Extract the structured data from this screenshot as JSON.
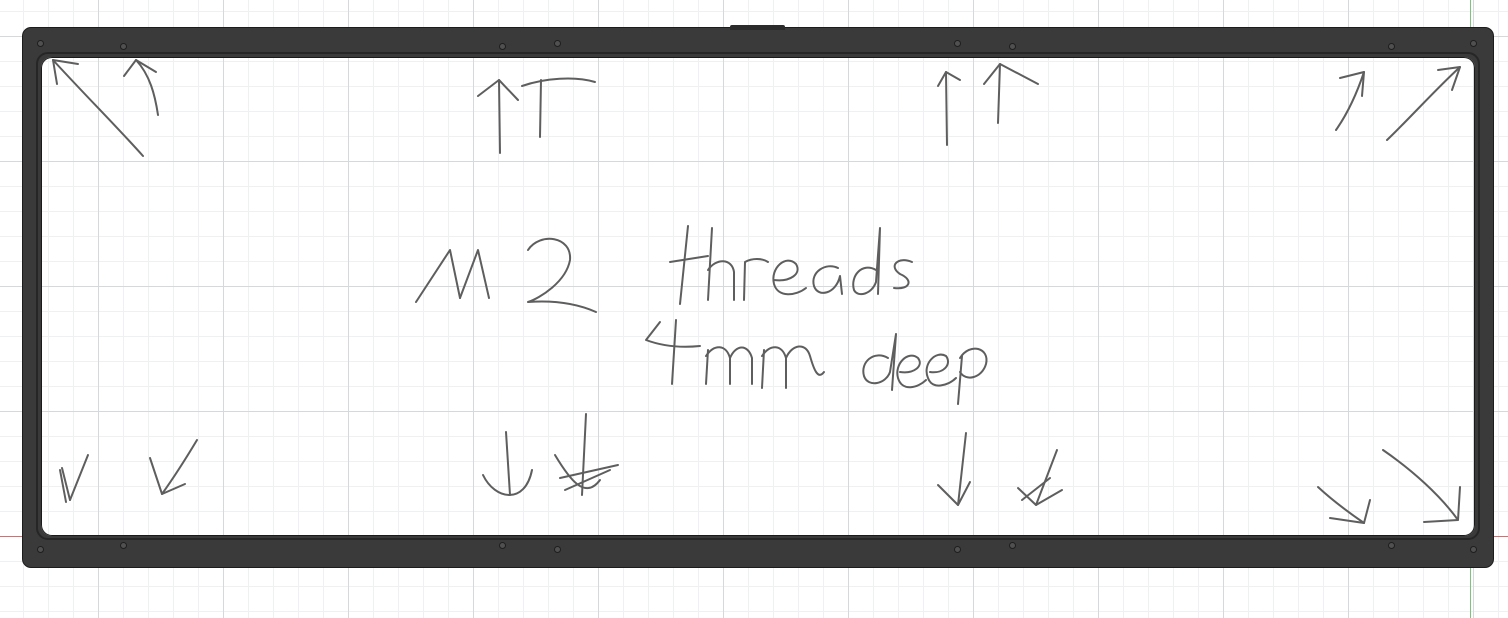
{
  "annotation": {
    "line1": "M2 threads",
    "line2": "4mm deep",
    "ink_color": "#5e5e5e"
  },
  "part": {
    "frame_color": "#3a3a3a",
    "screw_hole_count": 16
  },
  "workspace": {
    "background": "#ffffff",
    "grid_major_color": "#d6d9dc",
    "grid_minor_color": "#eef0f2",
    "x_axis_color": "#e06a6a",
    "y_axis_color": "#7cc47c"
  }
}
